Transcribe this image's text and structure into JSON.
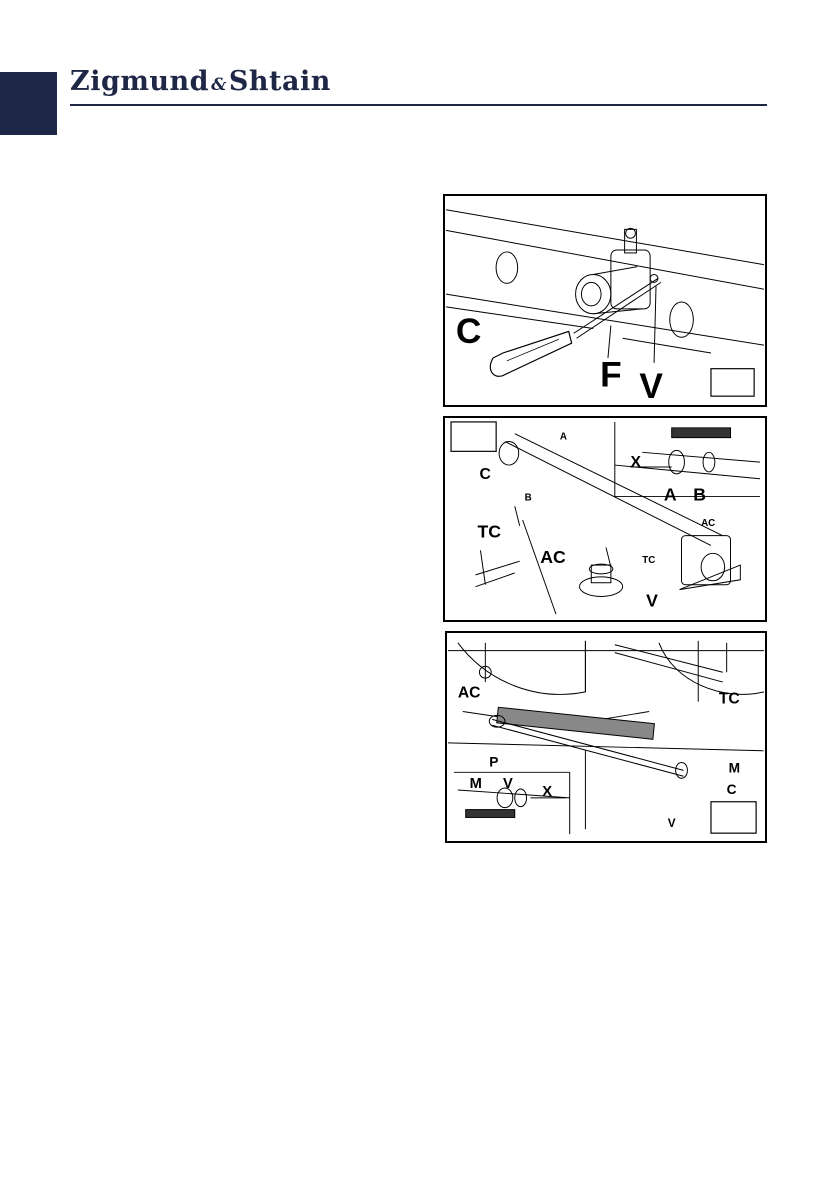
{
  "header": {
    "brand_part1": "Zigmund",
    "brand_amp": "&",
    "brand_part2": "Shtain",
    "brand_color": "#1f2747"
  },
  "figures": {
    "fig1": {
      "labels": {
        "c": "C",
        "f": "F",
        "v": "V"
      }
    },
    "fig2": {
      "labels": {
        "a": "A",
        "b": "B",
        "c": "C",
        "x": "X",
        "a_inset": "A",
        "b_inset": "B",
        "ac_right": "AC",
        "tc_right": "TC",
        "v": "V",
        "tc_left": "TC",
        "ac_center": "AC"
      }
    },
    "fig3": {
      "labels": {
        "ac": "AC",
        "tc": "TC",
        "p": "P",
        "m_right": "M",
        "c": "C",
        "v_bottom": "V",
        "m_inset": "M",
        "v_inset": "V",
        "x_inset": "X"
      }
    }
  }
}
